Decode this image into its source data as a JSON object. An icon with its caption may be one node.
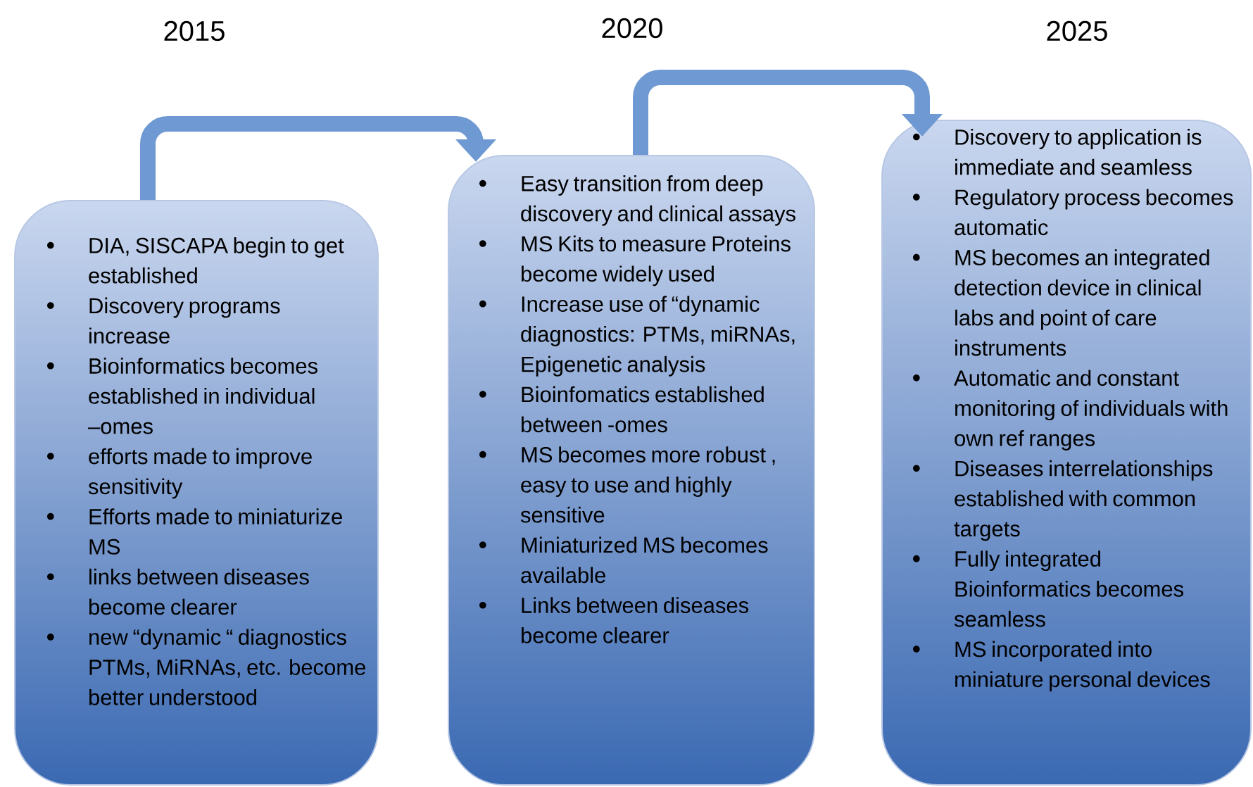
{
  "diagram": {
    "nodes": [
      {
        "text": [
          "DIA, SISCAPA begin to get established",
          "Discovery programs increase",
          "Bioinformatics becomes established in individual –omes",
          "efforts made to improve sensitivity",
          "Efforts made to miniaturize MS",
          "links between diseases become clearer",
          "new “dynamic “ diagnostics PTMs, MiRNAs, etc. become better understood"
        ]
      },
      {
        "text": [
          "Easy transition from deep discovery and clinical assays",
          "MS Kits to measure Proteins become widely used",
          "Increase use of “dynamic diagnostics: PTMs, miRNAs, Epigenetic analysis",
          "Bioinfomatics established between -omes",
          "MS becomes more robust , easy to use and highly sensitive",
          "Miniaturized MS becomes available",
          "Links between diseases become clearer"
        ]
      },
      {
        "text": [
          "Discovery to application is immediate and seamless",
          "Regulatory process becomes automatic",
          "MS becomes an integrated detection device in clinical labs and point of care instruments",
          "Automatic and constant monitoring of individuals with own ref ranges",
          "Diseases interrelationships established with common targets",
          "Fully integrated Bioinformatics becomes seamless",
          "MS incorporated into miniature personal devices"
        ]
      }
    ],
    "edges": [
      {
        "from": 0,
        "to": 1,
        "arrow": "to"
      },
      {
        "from": 1,
        "to": 2,
        "arrow": "to"
      }
    ],
    "labels": [
      "2015",
      "2020",
      "2025"
    ]
  }
}
